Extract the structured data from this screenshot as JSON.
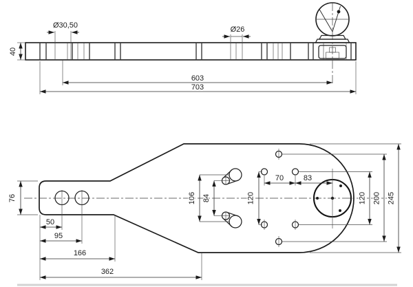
{
  "colors": {
    "line": "#1c1c1c",
    "thin_line": "#4a4a4a",
    "background": "#ffffff"
  },
  "top_view": {
    "bar_height": "40",
    "tongue_hole_dia": "Ø30,50",
    "small_hole_dia": "Ø26",
    "hole_to_ball_length": "603",
    "overall_length": "703"
  },
  "plan_view": {
    "tongue_width": "76",
    "first_hole_offset": "50",
    "second_hole_offset": "95",
    "taper_start_offset": "166",
    "shoulder_offset": "362",
    "slot_outer_spacing": "106",
    "slot_inner_spacing": "84",
    "left_bolt_row_spacing": "120",
    "bolt_column_spacing": "70",
    "bolt_to_ball_center": "83",
    "right_bolt_row_spacing": "120",
    "middle_hole_spacing": "200",
    "plate_width": "245"
  }
}
